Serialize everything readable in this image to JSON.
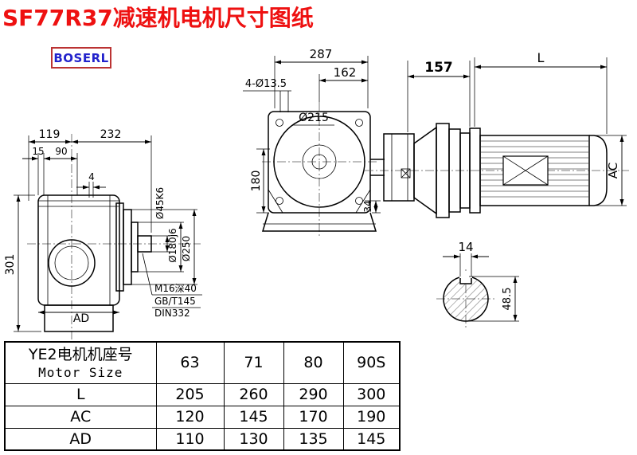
{
  "page": {
    "title": "SF77R37减速机电机尺寸图纸",
    "logo_text": "BOSERL",
    "colors": {
      "title": "#ee1111",
      "logo_text": "#2222cc",
      "logo_border": "#bb3333",
      "line": "#000000"
    }
  },
  "front_view": {
    "overall_width": "287",
    "inner_width": "162",
    "holes_label": "4-Ø13.5",
    "flange_diameter": "Ø215",
    "height": "180",
    "foot_height": "34"
  },
  "side_view": {
    "gearbox_length": "157",
    "motor_length_label": "L",
    "motor_diameter_label": "AC"
  },
  "left_view": {
    "width_left": "119",
    "width_right": "232",
    "offset_15": "15",
    "offset_90": "90",
    "gap_4": "4",
    "overall_height": "301",
    "ad_label": "AD",
    "shaft_diameter": "Ø45K6",
    "spigot_diameter": "Ø180j6",
    "flange_diameter": "Ø250",
    "tap_note": "M16深40",
    "std_note1": "GB/T145",
    "std_note2": "DIN332"
  },
  "shaft_section": {
    "key_width": "14",
    "height": "48.5"
  },
  "table": {
    "header_cn": "YE2电机机座号",
    "header_en": "Motor Size",
    "frame_sizes": [
      "63",
      "71",
      "80",
      "90S"
    ],
    "rows": [
      {
        "label": "L",
        "values": [
          "205",
          "260",
          "290",
          "300"
        ]
      },
      {
        "label": "AC",
        "values": [
          "120",
          "145",
          "170",
          "190"
        ]
      },
      {
        "label": "AD",
        "values": [
          "110",
          "130",
          "135",
          "145"
        ]
      }
    ]
  }
}
